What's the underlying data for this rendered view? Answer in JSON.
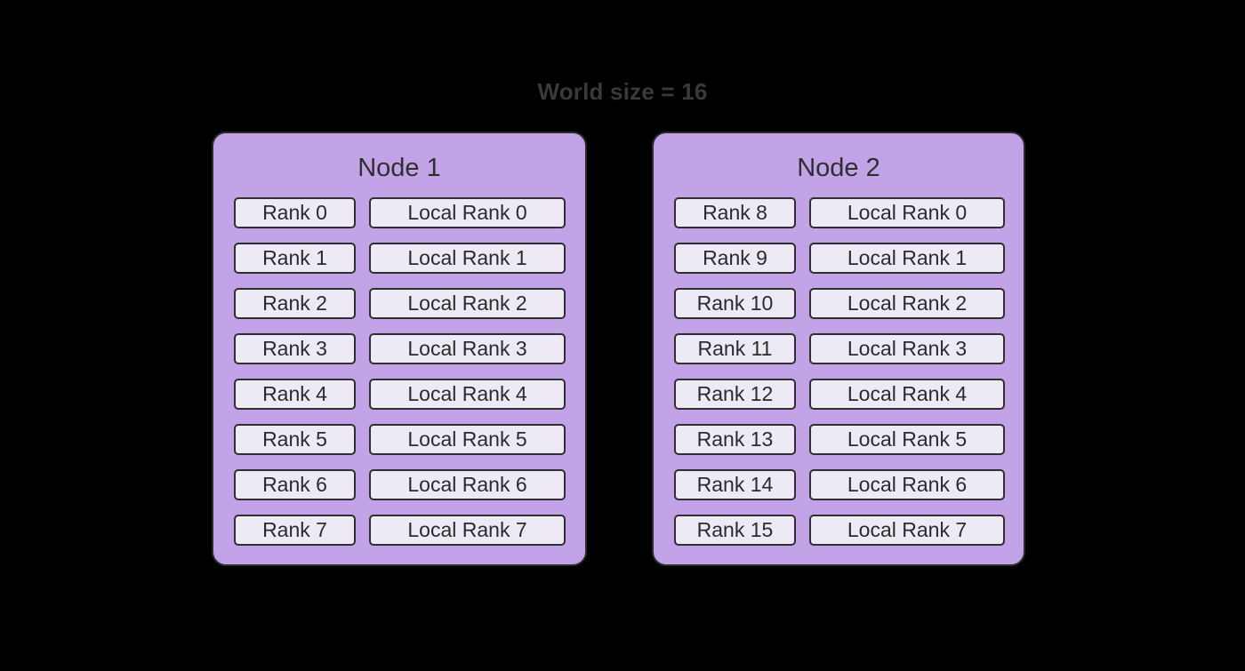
{
  "background_color": "#000000",
  "title": "World size = 16",
  "title_color": "#3a3a3a",
  "node_fill_color": "#c2a3e8",
  "node_border_color": "#2b2b2b",
  "chip_fill_color": "#edeaf6",
  "chip_border_color": "#2f2f2f",
  "nodes": [
    {
      "name": "Node 1",
      "rows": [
        {
          "global": "Rank 0",
          "local": "Local Rank 0"
        },
        {
          "global": "Rank 1",
          "local": "Local Rank 1"
        },
        {
          "global": "Rank 2",
          "local": "Local Rank 2"
        },
        {
          "global": "Rank 3",
          "local": "Local Rank 3"
        },
        {
          "global": "Rank 4",
          "local": "Local Rank 4"
        },
        {
          "global": "Rank 5",
          "local": "Local Rank 5"
        },
        {
          "global": "Rank 6",
          "local": "Local Rank 6"
        },
        {
          "global": "Rank 7",
          "local": "Local Rank 7"
        }
      ]
    },
    {
      "name": "Node 2",
      "rows": [
        {
          "global": "Rank 8",
          "local": "Local Rank 0"
        },
        {
          "global": "Rank 9",
          "local": "Local Rank 1"
        },
        {
          "global": "Rank 10",
          "local": "Local Rank 2"
        },
        {
          "global": "Rank 11",
          "local": "Local Rank 3"
        },
        {
          "global": "Rank 12",
          "local": "Local Rank 4"
        },
        {
          "global": "Rank 13",
          "local": "Local Rank 5"
        },
        {
          "global": "Rank 14",
          "local": "Local Rank 6"
        },
        {
          "global": "Rank 15",
          "local": "Local Rank 7"
        }
      ]
    }
  ]
}
